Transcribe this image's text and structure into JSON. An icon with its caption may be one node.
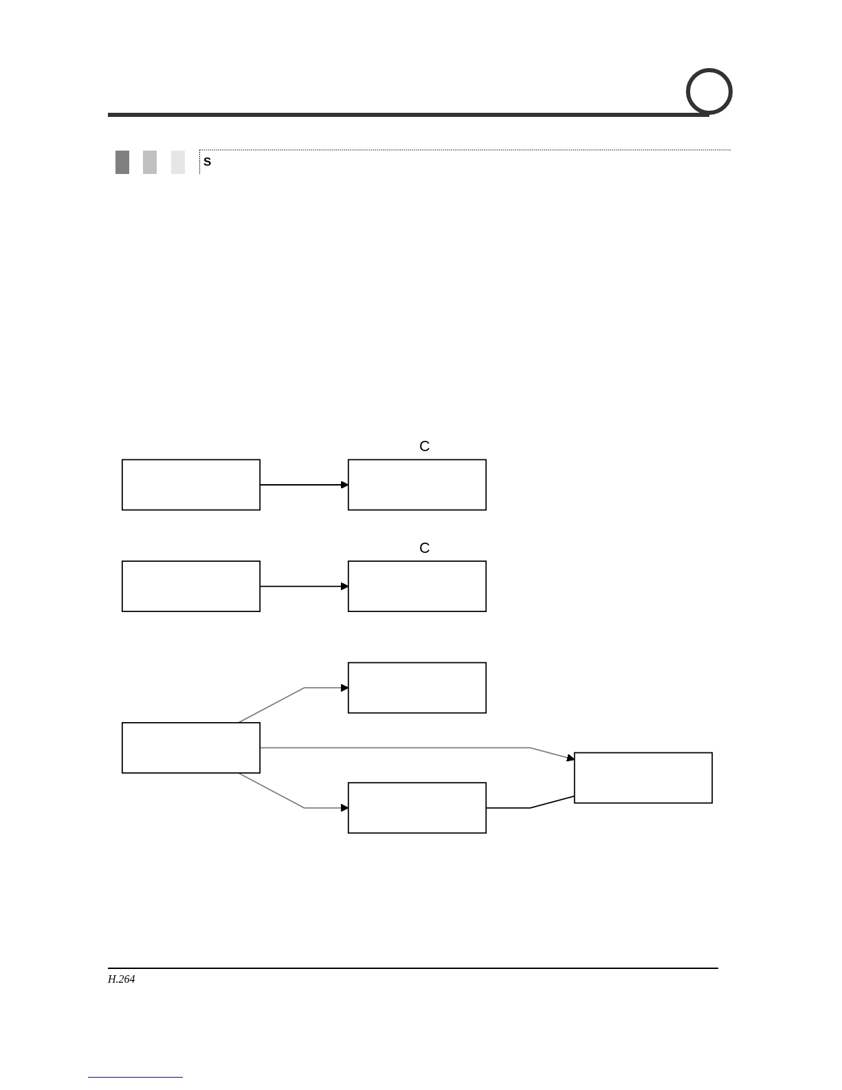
{
  "diagram": {
    "title": "S",
    "nodes": [
      {
        "text": [],
        "shape": "box"
      },
      {
        "text": [],
        "shape": "box",
        "beside": [
          "C"
        ]
      },
      {
        "text": [],
        "shape": "box"
      },
      {
        "text": [],
        "shape": "box",
        "beside": [
          "C"
        ]
      },
      {
        "text": [],
        "shape": "box"
      },
      {
        "text": [],
        "shape": "box"
      },
      {
        "text": [],
        "shape": "box"
      },
      {
        "text": [],
        "shape": "box"
      }
    ],
    "edges": [
      {
        "from": 0,
        "to": 1,
        "arrow": "to"
      },
      {
        "from": 2,
        "to": 3,
        "arrow": "to"
      },
      {
        "from": 4,
        "to": 5,
        "arrow": "to",
        "color": "#808080"
      },
      {
        "from": 4,
        "to": 6,
        "arrow": "to",
        "color": "#808080"
      },
      {
        "from": 4,
        "to": 7,
        "arrow": "to",
        "color": "#808080"
      },
      {
        "from": 6,
        "to": 7,
        "arrow": "none"
      }
    ],
    "labels": [
      "H.264"
    ]
  }
}
